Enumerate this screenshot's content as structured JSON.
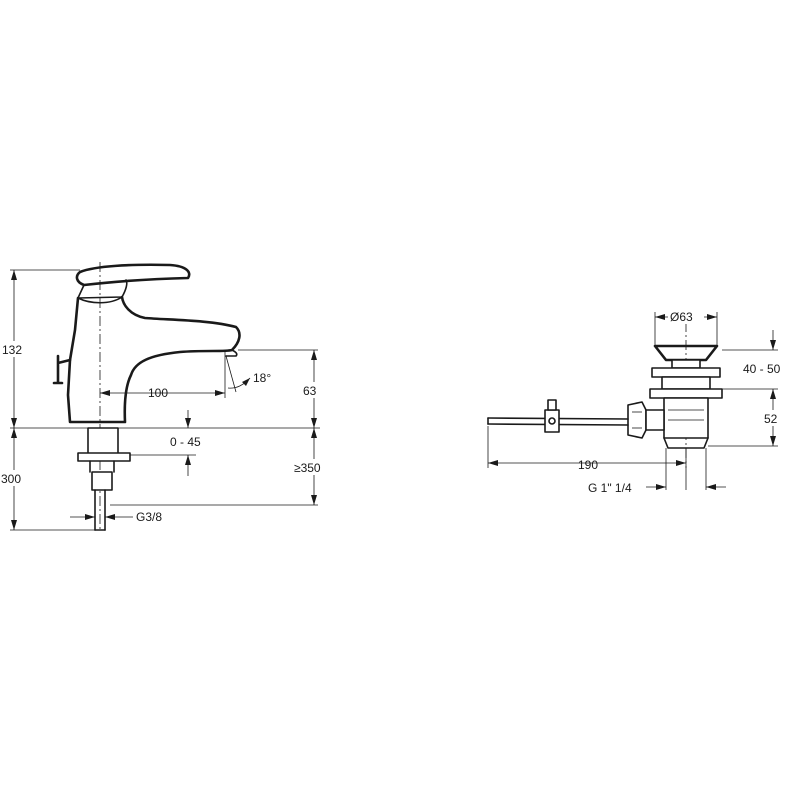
{
  "faucet": {
    "dim_total_height": "132",
    "dim_below_deck": "300",
    "dim_spout_reach": "100",
    "dim_spout_angle": "18°",
    "dim_spout_height": "63",
    "dim_deck_thickness": "0 - 45",
    "dim_clearance": "≥350",
    "dim_inlet_thread": "G3/8"
  },
  "drain": {
    "dim_plug_diameter": "Ø63",
    "dim_plug_lift": "40 - 50",
    "dim_body_height": "52",
    "dim_rod_length": "190",
    "dim_thread": "G 1\" 1/4"
  }
}
